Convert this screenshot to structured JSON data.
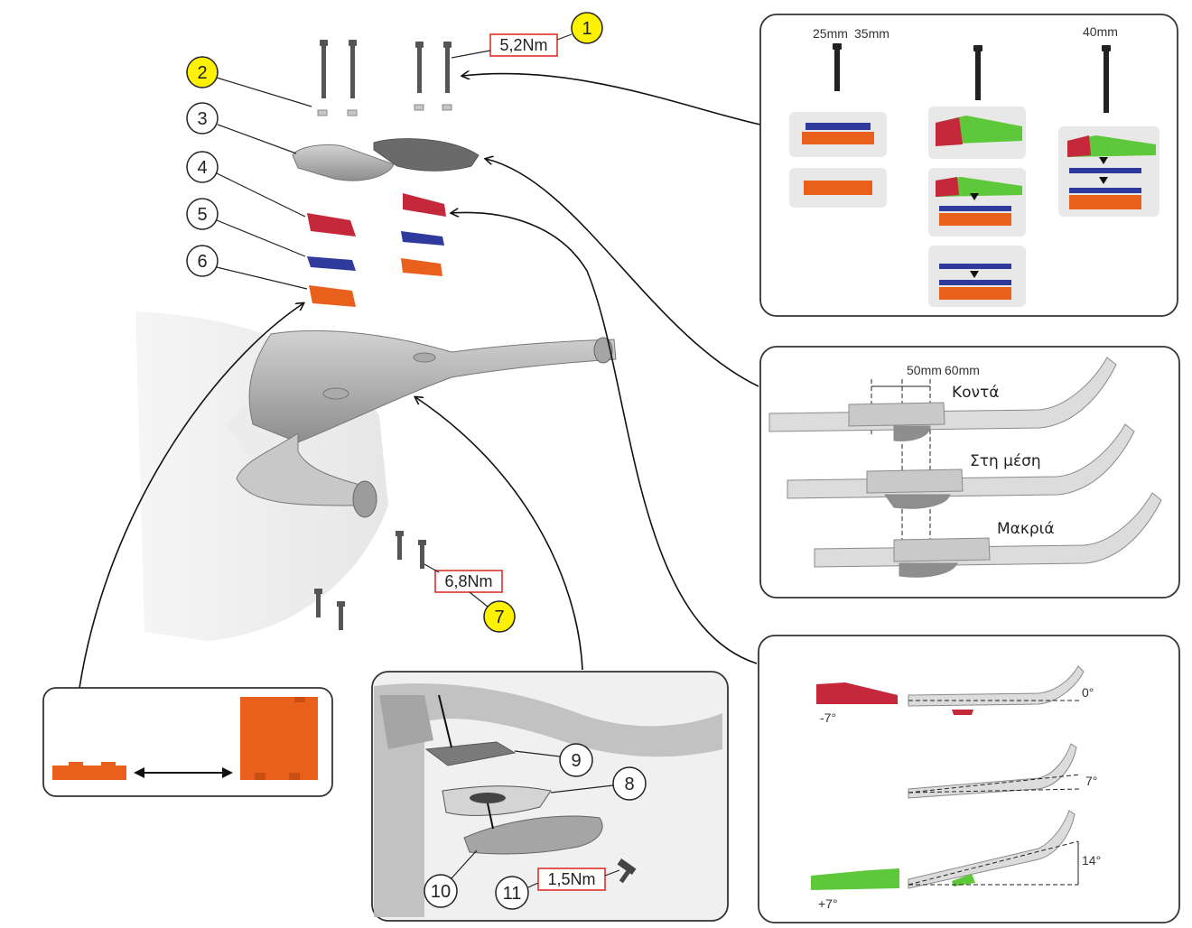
{
  "torques": {
    "top": "5,2Nm",
    "stem": "6,8Nm",
    "base": "1,5Nm"
  },
  "callouts": {
    "c1": "1",
    "c2": "2",
    "c3": "3",
    "c4": "4",
    "c5": "5",
    "c6": "6",
    "c7": "7",
    "c8": "8",
    "c9": "9",
    "c10": "10",
    "c11": "11"
  },
  "bolt_panel": {
    "len_a": "25mm",
    "len_b": "35mm",
    "len_c": "40mm"
  },
  "position_panel": {
    "dim_a": "50mm",
    "dim_b": "60mm",
    "pos_near": "Κοντά",
    "pos_mid": "Στη μέση",
    "pos_far": "Μακριά"
  },
  "angle_panel": {
    "wedge_neg": "-7°",
    "wedge_pos": "+7°",
    "angle_0": "0°",
    "angle_7": "7°",
    "angle_14": "14°"
  },
  "colors": {
    "red_spacer": "#c4283a",
    "blue_spacer": "#2e3a9c",
    "orange_spacer": "#e8601c",
    "green_wedge": "#5cc83a",
    "highlight_yellow": "#fff200",
    "torque_box": "#d9261c"
  }
}
